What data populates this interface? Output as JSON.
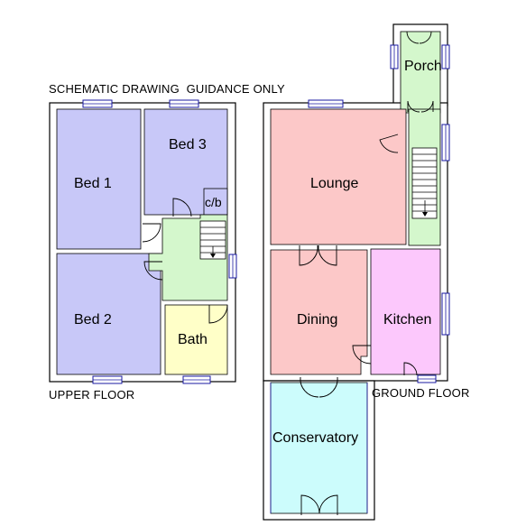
{
  "header": {
    "note": "SCHEMATIC DRAWING  GUIDANCE ONLY"
  },
  "floors": {
    "upper": "UPPER FLOOR",
    "ground": "GROUND FLOOR"
  },
  "rooms": {
    "bed1": "Bed 1",
    "bed2": "Bed 2",
    "bed3": "Bed 3",
    "cb": "c/b",
    "bath": "Bath",
    "porch": "Porch",
    "lounge": "Lounge",
    "dining": "Dining",
    "kitchen": "Kitchen",
    "conservatory": "Conservatory"
  },
  "colors": {
    "bedroom": "#c8c8f8",
    "landing": "#d4f7cc",
    "bath": "#ffffc8",
    "lounge": "#fcc8c8",
    "kitchen": "#fcc8fc",
    "conservatory": "#ccfcfc"
  }
}
